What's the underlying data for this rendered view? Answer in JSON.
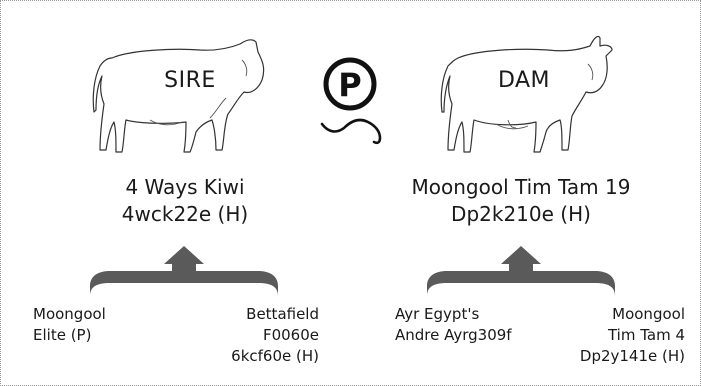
{
  "sire": {
    "label": "SIRE",
    "name": "4 Ways Kiwi",
    "ident": "4wck22e (H)",
    "parents": {
      "sire": {
        "line1": "Bettafield",
        "line2": "F0060e",
        "line3": "6kcf60e (H)"
      },
      "dam": {
        "line1": "Moongool",
        "line2": "Elite (P)"
      }
    }
  },
  "dam": {
    "label": "DAM",
    "name": "Moongool Tim Tam 19",
    "ident": "Dp2k210e (H)",
    "parents": {
      "sire": {
        "line1": "Ayr Egypt's",
        "line2": "Andre Ayrg309f"
      },
      "dam": {
        "line1": "Moongool",
        "line2": "Tim Tam 4",
        "line3": "Dp2y141e (H)"
      }
    }
  },
  "center_badge": {
    "letter": "P"
  },
  "colors": {
    "brace": "#5a5a5a",
    "outline": "#333333",
    "text": "#1a1a1a"
  }
}
